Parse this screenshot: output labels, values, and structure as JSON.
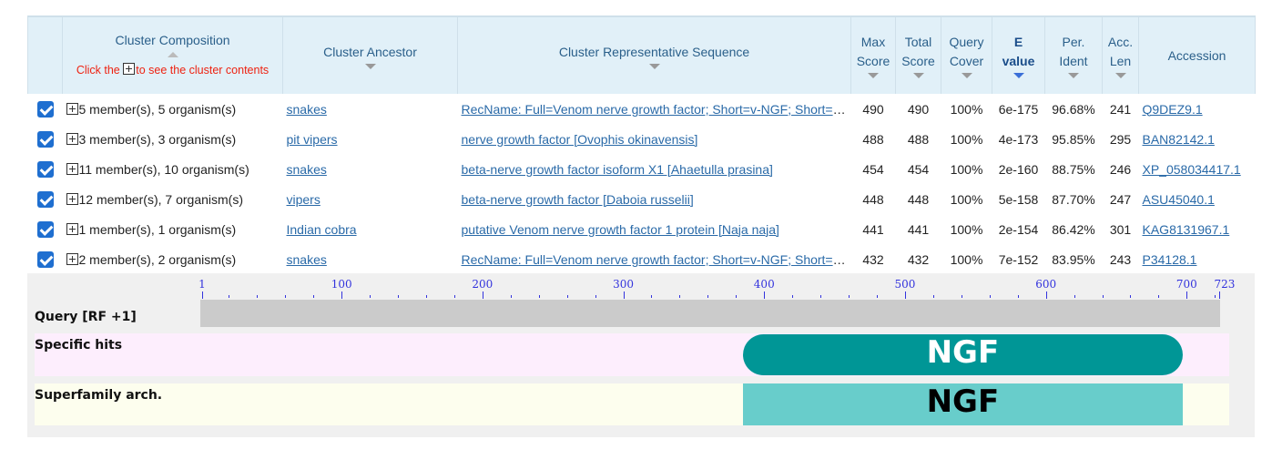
{
  "table": {
    "headers": {
      "composition": "Cluster Composition",
      "hint_pre": "Click the",
      "hint_post": "to see the cluster contents",
      "ancestor": "Cluster Ancestor",
      "sequence": "Cluster Representative Sequence",
      "max_score": [
        "Max",
        "Score"
      ],
      "total_score": [
        "Total",
        "Score"
      ],
      "query_cover": [
        "Query",
        "Cover"
      ],
      "evalue": [
        "E",
        "value"
      ],
      "per_ident": [
        "Per.",
        "Ident"
      ],
      "acc_len": [
        "Acc.",
        "Len"
      ],
      "accession": "Accession"
    },
    "rows": [
      {
        "checked": true,
        "composition": "5 member(s), 5 organism(s)",
        "ancestor": "snakes",
        "sequence": "RecName: Full=Venom nerve growth factor; Short=v-NGF; Short=vNGF; Flags: Precursor",
        "max": "490",
        "total": "490",
        "cover": "100%",
        "evalue": "6e-175",
        "ident": "96.68%",
        "len": "241",
        "accession": "Q9DEZ9.1"
      },
      {
        "checked": true,
        "composition": "3 member(s), 3 organism(s)",
        "ancestor": "pit vipers",
        "sequence": "nerve growth factor [Ovophis okinavensis]",
        "max": "488",
        "total": "488",
        "cover": "100%",
        "evalue": "4e-173",
        "ident": "95.85%",
        "len": "295",
        "accession": "BAN82142.1"
      },
      {
        "checked": true,
        "composition": "11 member(s), 10 organism(s)",
        "ancestor": "snakes",
        "sequence": "beta-nerve growth factor isoform X1 [Ahaetulla prasina]",
        "max": "454",
        "total": "454",
        "cover": "100%",
        "evalue": "2e-160",
        "ident": "88.75%",
        "len": "246",
        "accession": "XP_058034417.1"
      },
      {
        "checked": true,
        "composition": "12 member(s), 7 organism(s)",
        "ancestor": "vipers",
        "sequence": "beta-nerve growth factor [Daboia russelii]",
        "max": "448",
        "total": "448",
        "cover": "100%",
        "evalue": "5e-158",
        "ident": "87.70%",
        "len": "247",
        "accession": "ASU45040.1"
      },
      {
        "checked": true,
        "composition": "1 member(s), 1 organism(s)",
        "ancestor": "Indian cobra",
        "sequence": "putative Venom nerve growth factor 1 protein [Naja naja]",
        "max": "441",
        "total": "441",
        "cover": "100%",
        "evalue": "2e-154",
        "ident": "86.42%",
        "len": "301",
        "accession": "KAG8131967.1"
      },
      {
        "checked": true,
        "composition": "2 member(s), 2 organism(s)",
        "ancestor": "snakes",
        "sequence": "RecName: Full=Venom nerve growth factor; Short=v-NGF; Short=vNGF; Flags: Precursor",
        "max": "432",
        "total": "432",
        "cover": "100%",
        "evalue": "7e-152",
        "ident": "83.95%",
        "len": "243",
        "accession": "P34128.1"
      }
    ]
  },
  "domains": {
    "ruler": {
      "min": 1,
      "max": 723,
      "labels": [
        1,
        100,
        200,
        300,
        400,
        500,
        600,
        700,
        723
      ]
    },
    "query_label": "Query [RF +1]",
    "specific_label": "Specific hits",
    "superfamily_label": "Superfamily arch.",
    "specific_hit": {
      "name": "NGF",
      "start": 385,
      "end": 697,
      "color": "#009696"
    },
    "superfamily_hit": {
      "name": "NGF",
      "start": 385,
      "end": 697,
      "color": "#68cdcb"
    }
  }
}
